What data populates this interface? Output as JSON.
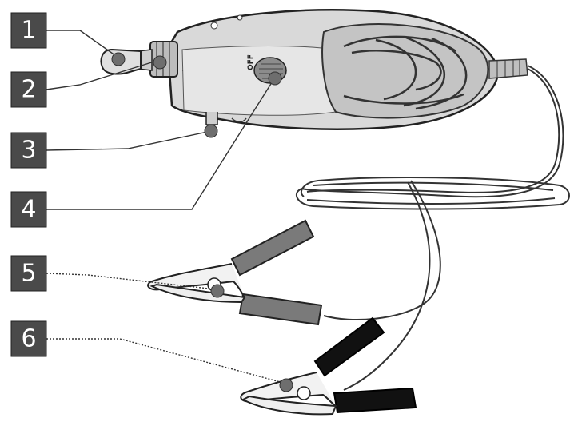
{
  "callouts": [
    {
      "number": "1"
    },
    {
      "number": "2"
    },
    {
      "number": "3"
    },
    {
      "number": "4"
    },
    {
      "number": "5"
    },
    {
      "number": "6"
    }
  ],
  "switch_label": "OFF",
  "colors": {
    "badge_fill": "#4a4a4a",
    "line": "#333333",
    "marker": "#6e6e6e",
    "body_fill": "#d9d9d9",
    "grip_fill": "#c4c4c4",
    "clip_grip_gray": "#7a7a7a",
    "clip_grip_black": "#111111"
  }
}
